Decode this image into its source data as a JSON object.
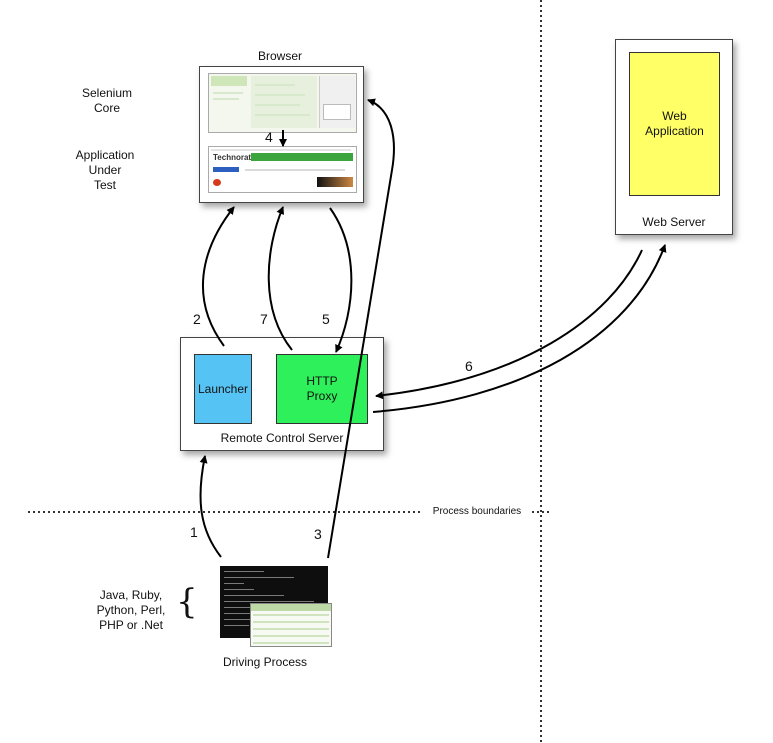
{
  "labels": {
    "browser": "Browser",
    "selenium_core": "Selenium\nCore",
    "aut": "Application\nUnder\nTest",
    "web_application": "Web\nApplication",
    "web_server": "Web Server",
    "launcher": "Launcher",
    "http_proxy": "HTTP\nProxy",
    "remote_control_server": "Remote Control Server",
    "process_boundaries": "Process boundaries",
    "languages": "Java, Ruby,\nPython, Perl,\nPHP or .Net",
    "brace": "{",
    "driving_process": "Driving Process",
    "technorati": "Technorati"
  },
  "steps": [
    "1",
    "2",
    "3",
    "4",
    "5",
    "6",
    "7"
  ],
  "colors": {
    "launcher": "#55c4f5",
    "http_proxy": "#2ef05a",
    "web_application": "#ffff66",
    "terminal": "#0e0e0e"
  }
}
